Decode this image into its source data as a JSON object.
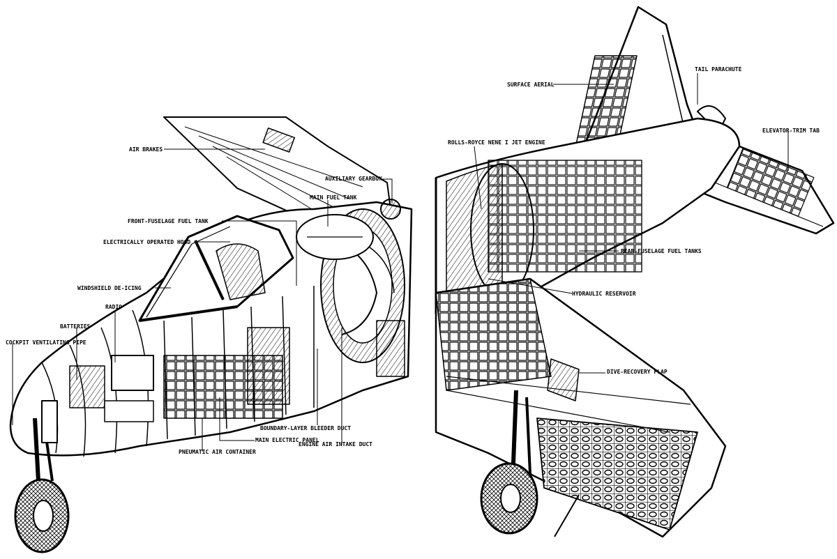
{
  "colors": {
    "ink": "#000000",
    "paper": "#ffffff",
    "shade": "#d8d8d8"
  },
  "callouts": {
    "air_brakes": "AIR BRAKES",
    "auxiliary_gearbox": "AUXILIARY GEARBOX",
    "main_fuel_tank": "MAIN FUEL TANK",
    "front_fuselage_fuel_tank": "FRONT-FUSELAGE FUEL TANK",
    "electrically_operated_hood": "ELECTRICALLY OPERATED HOOD",
    "windshield_de_icing": "WINDSHIELD DE-ICING",
    "radio": "RADIO",
    "batteries": "BATTERIES",
    "cockpit_ventilating_pipe": "COCKPIT VENTILATING PIPE",
    "boundary_layer_bleeder_duct": "BOUNDARY-LAYER BLEEDER DUCT",
    "main_electric_panel": "MAIN ELECTRIC PANEL",
    "pneumatic_air_container": "PNEUMATIC AIR CONTAINER",
    "engine_air_intake_duct": "ENGINE AIR INTAKE DUCT",
    "surface_aerial": "SURFACE AERIAL",
    "tail_parachute": "TAIL PARACHUTE",
    "rolls_royce_nene_jet_engine": "ROLLS-ROYCE NENE I JET ENGINE",
    "elevator_trim_tab": "ELEVATOR-TRIM TAB",
    "rear_fuselage_fuel_tanks": "REAR-FUSELAGE FUEL TANKS",
    "hydraulic_reservoir": "HYDRAULIC RESERVOIR",
    "dive_recovery_flap": "DIVE-RECOVERY FLAP"
  }
}
